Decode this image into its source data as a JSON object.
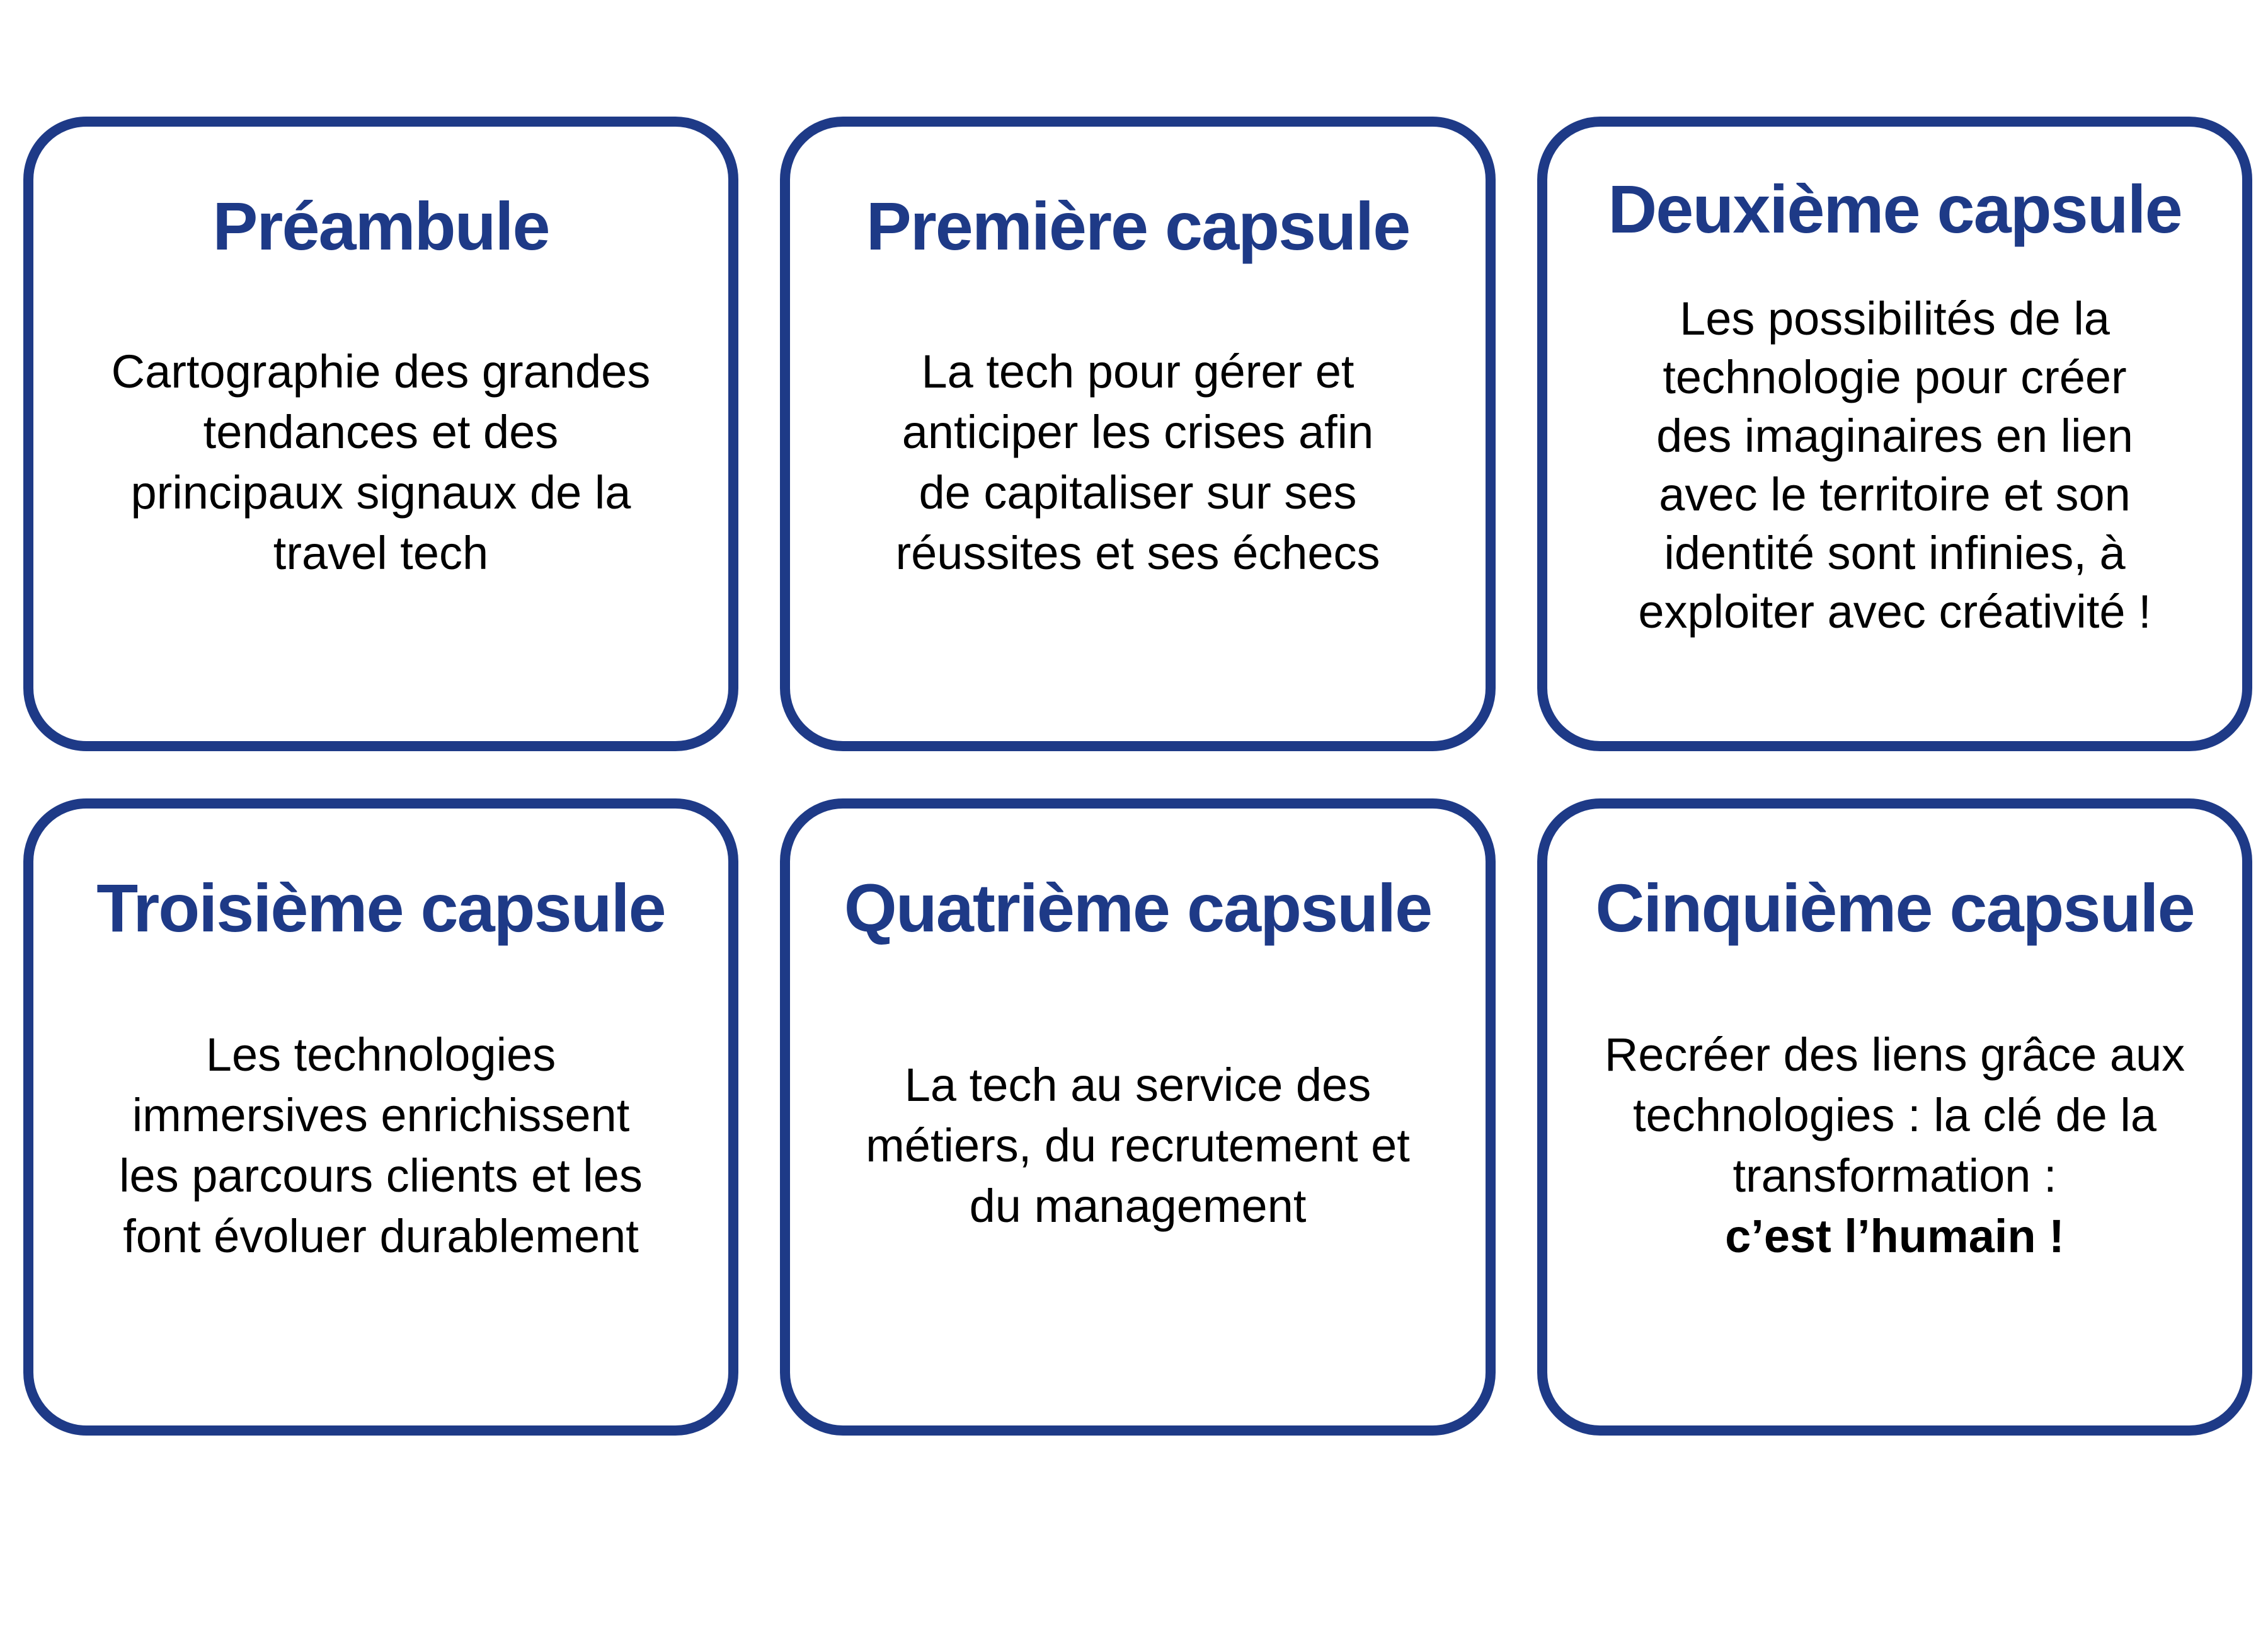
{
  "page": {
    "background": "#ffffff",
    "accent_blue": "#1e3a87",
    "text_color": "#000000"
  },
  "cards": [
    {
      "title": "Préambule",
      "body_lines": [
        "Cartographie des grandes",
        "tendances et des",
        "principaux signaux de la",
        "travel tech"
      ]
    },
    {
      "title": "Première capsule",
      "body_lines": [
        "La tech pour gérer et",
        "anticiper les crises afin",
        "de capitaliser sur ses",
        "réussites et ses échecs"
      ]
    },
    {
      "title": "Deuxième capsule",
      "body_lines": [
        "Les possibilités de la",
        "technologie pour créer",
        "des imaginaires en lien",
        "avec le territoire et son",
        "identité sont infinies, à",
        "exploiter avec créativité !"
      ]
    },
    {
      "title": "Troisième capsule",
      "body_lines": [
        "Les technologies",
        "immersives enrichissent",
        "les parcours clients et les",
        "font évoluer durablement"
      ]
    },
    {
      "title": "Quatrième capsule",
      "body_lines": [
        "La tech au service des",
        "métiers, du recrutement et",
        "du management"
      ]
    },
    {
      "title": "Cinquième capsule",
      "body_lines": [
        "Recréer des liens grâce aux",
        "technologies : la clé de la",
        "transformation :",
        "c’est l’humain !"
      ],
      "bold_last_line": true
    }
  ]
}
